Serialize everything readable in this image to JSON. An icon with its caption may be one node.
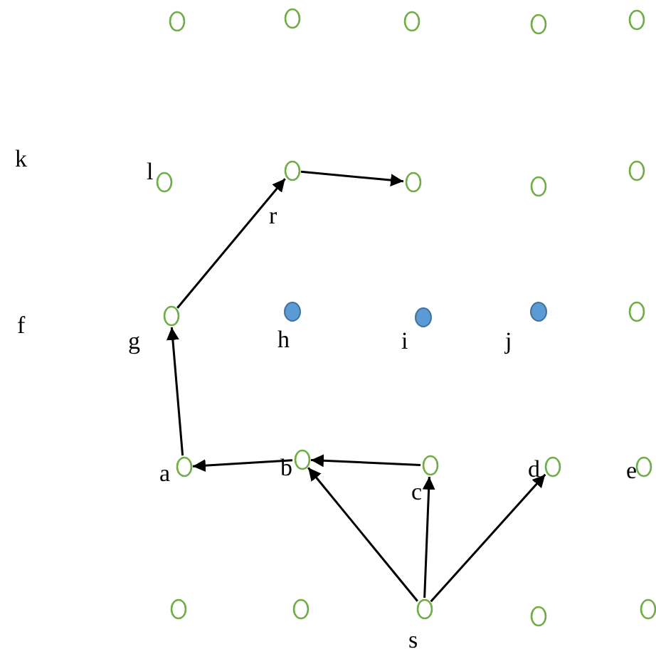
{
  "diagram": {
    "nodes": [
      {
        "text": [],
        "shape": "circle"
      },
      {
        "text": [],
        "shape": "circle"
      },
      {
        "text": [],
        "shape": "circle"
      },
      {
        "text": [],
        "shape": "circle"
      },
      {
        "text": [],
        "shape": "circle"
      },
      {
        "text": [],
        "shape": "circle",
        "beside": [
          "l"
        ]
      },
      {
        "text": [],
        "shape": "circle",
        "beside": [
          "r"
        ]
      },
      {
        "text": [],
        "shape": "circle"
      },
      {
        "text": [],
        "shape": "circle"
      },
      {
        "text": [],
        "shape": "circle"
      },
      {
        "text": [],
        "shape": "circle",
        "beside": [
          "g"
        ]
      },
      {
        "text": [],
        "shape": "circle",
        "beside": [
          "h"
        ]
      },
      {
        "text": [],
        "shape": "circle",
        "beside": [
          "i"
        ]
      },
      {
        "text": [],
        "shape": "circle",
        "beside": [
          "j"
        ]
      },
      {
        "text": [],
        "shape": "circle"
      },
      {
        "text": [],
        "shape": "circle",
        "beside": [
          "a"
        ]
      },
      {
        "text": [],
        "shape": "circle",
        "beside": [
          "b"
        ]
      },
      {
        "text": [],
        "shape": "circle",
        "beside": [
          "c"
        ]
      },
      {
        "text": [],
        "shape": "circle",
        "beside": [
          "d"
        ]
      },
      {
        "text": [],
        "shape": "circle",
        "beside": [
          "e"
        ]
      },
      {
        "text": [],
        "shape": "circle"
      },
      {
        "text": [],
        "shape": "circle"
      },
      {
        "text": [],
        "shape": "circle",
        "beside": [
          "s"
        ]
      },
      {
        "text": [],
        "shape": "circle"
      },
      {
        "text": [],
        "shape": "circle"
      }
    ],
    "edges": [
      {
        "from": 15,
        "to": 10,
        "arrow": "to"
      },
      {
        "from": 10,
        "to": 6,
        "arrow": "to"
      },
      {
        "from": 6,
        "to": 7,
        "arrow": "to"
      },
      {
        "from": 17,
        "to": 16,
        "arrow": "to"
      },
      {
        "from": 16,
        "to": 15,
        "arrow": "to"
      },
      {
        "from": 22,
        "to": 16,
        "arrow": "to"
      },
      {
        "from": 22,
        "to": 17,
        "arrow": "to"
      },
      {
        "from": 22,
        "to": 18,
        "arrow": "to"
      }
    ],
    "labels": [
      "k",
      "f"
    ]
  }
}
